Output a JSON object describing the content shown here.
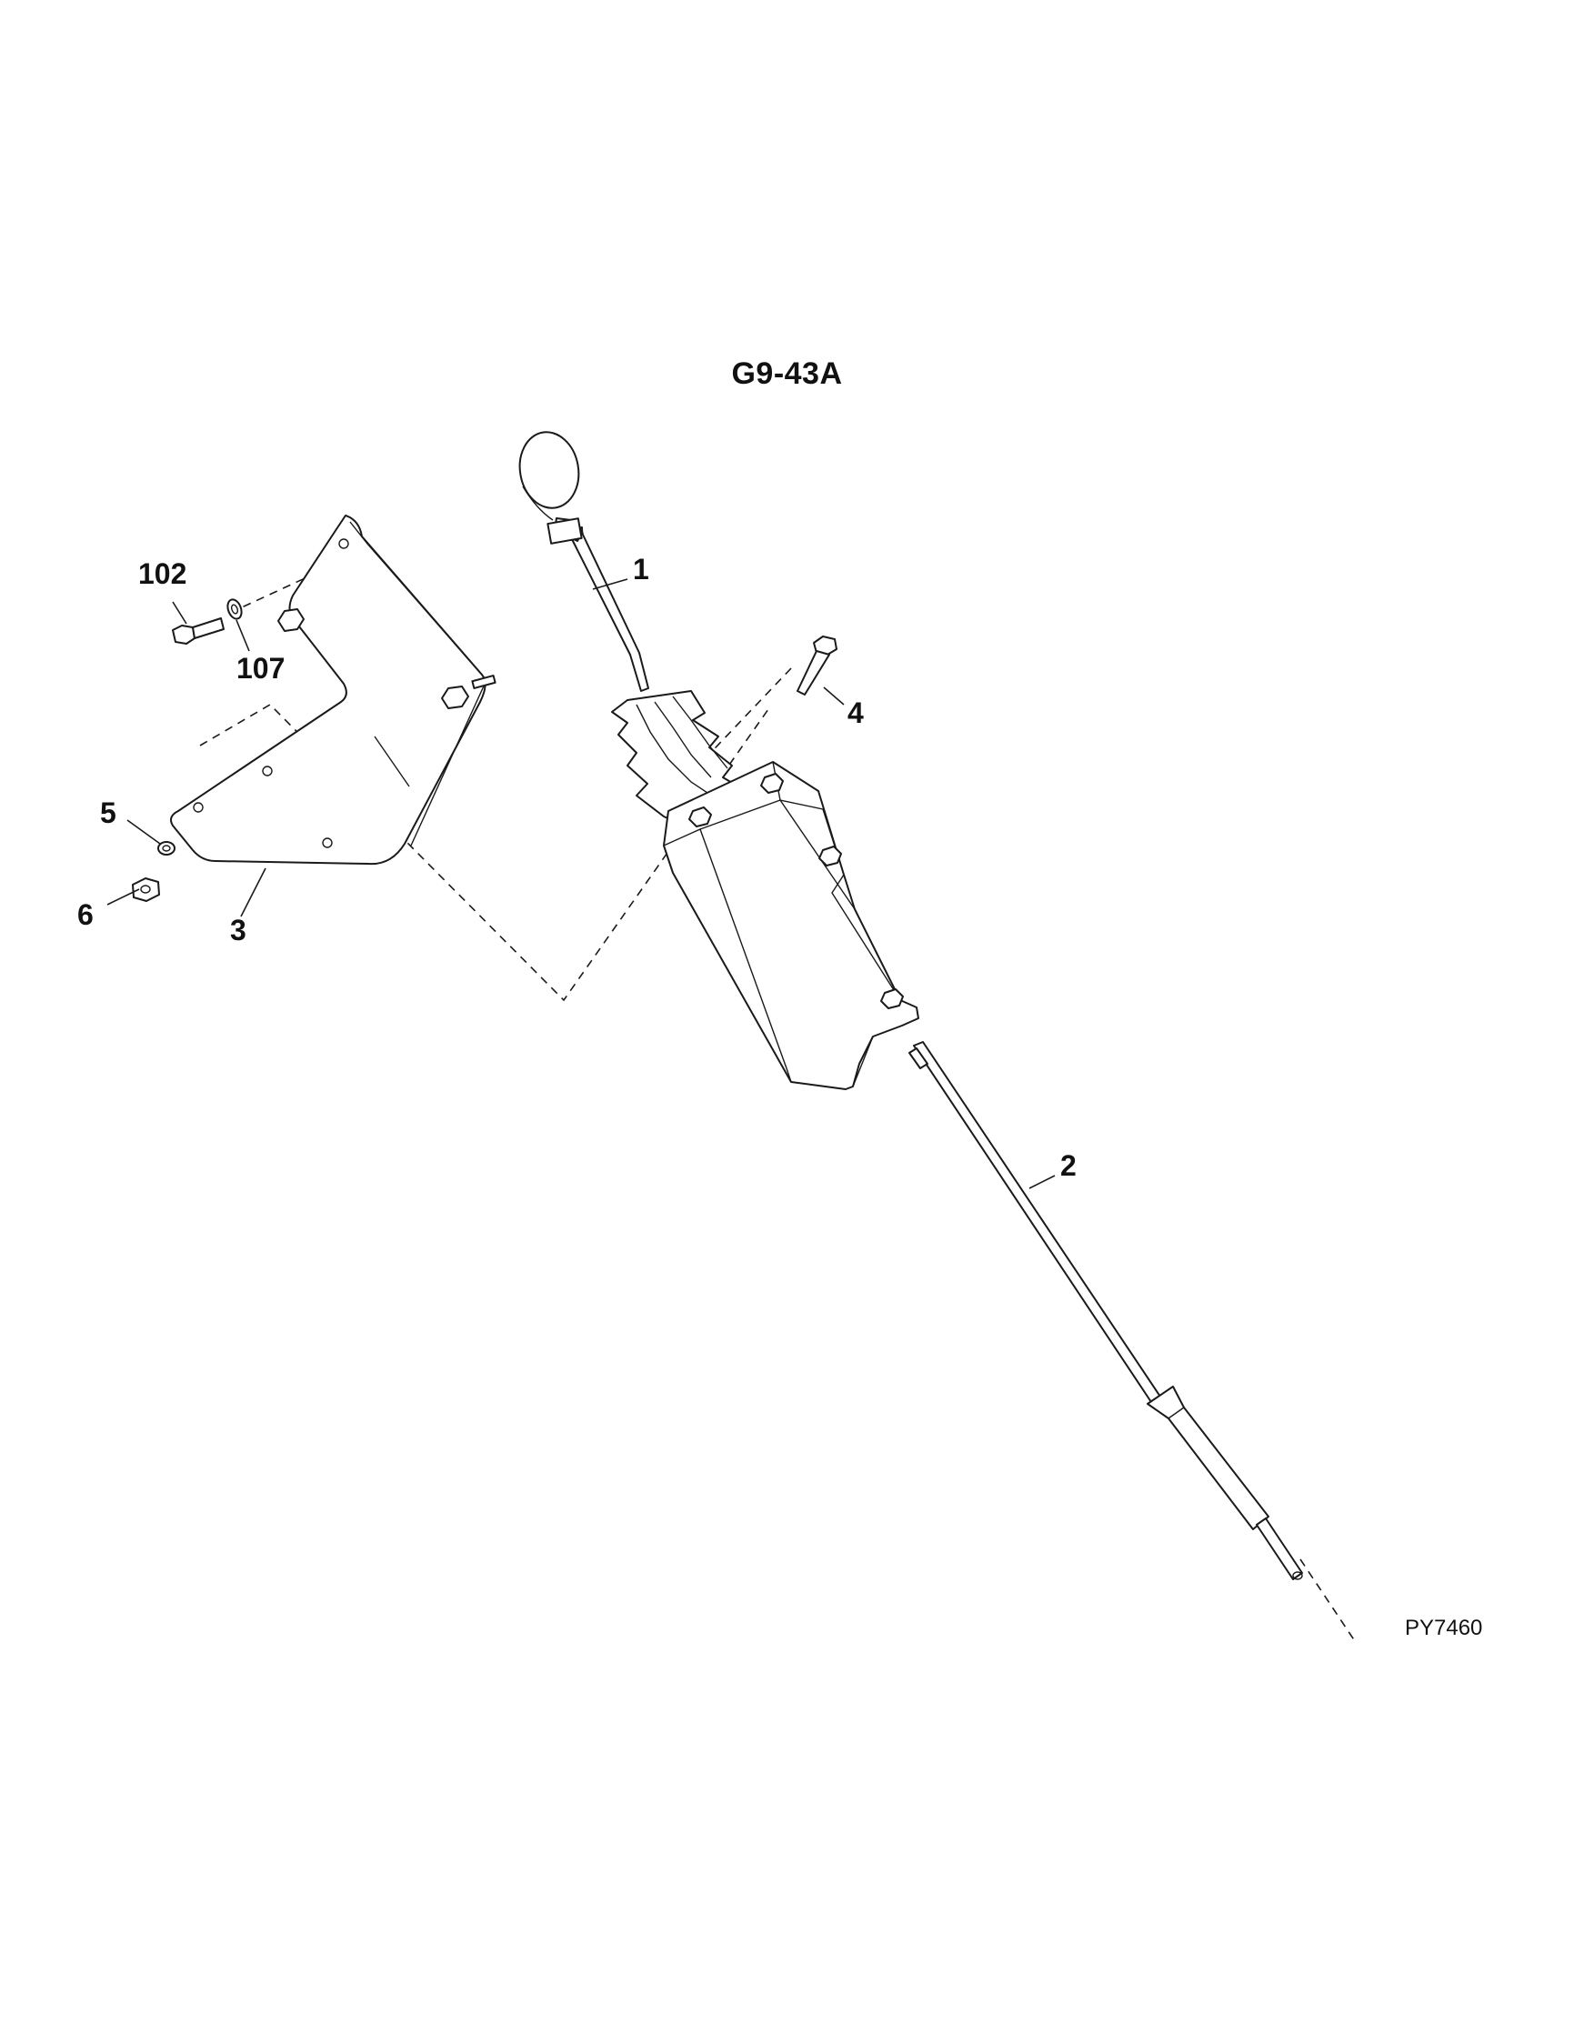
{
  "diagram": {
    "title": "G9-43A",
    "drawing_code": "PY7460",
    "callouts": {
      "lever": "1",
      "cable": "2",
      "bracket": "3",
      "bolt": "4",
      "washer": "5",
      "nut": "6",
      "capscrew": "102",
      "lock_washer": "107"
    }
  }
}
